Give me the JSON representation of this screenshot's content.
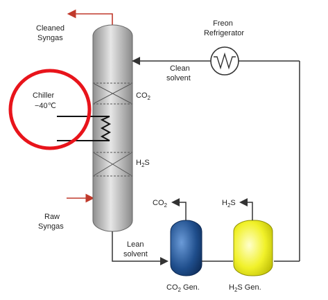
{
  "labels": {
    "cleaned_syngas": [
      "Cleaned",
      "Syngas"
    ],
    "raw_syngas": [
      "Raw",
      "Syngas"
    ],
    "freon_refrigerator": [
      "Freon",
      "Refrigerator"
    ],
    "clean_solvent": [
      "Clean",
      "solvent"
    ],
    "lean_solvent": [
      "Lean",
      "solvent"
    ],
    "chiller": [
      "Chiller",
      "−40℃"
    ],
    "co2_bed": {
      "main": "CO",
      "sub": "2"
    },
    "h2s_bed": {
      "main": "H",
      "sub": "2",
      "rest": "S"
    },
    "co2_out": {
      "main": "CO",
      "sub": "2"
    },
    "h2s_out": {
      "main": "H",
      "sub": "2",
      "rest": "S"
    },
    "co2_gen": {
      "main": "CO",
      "sub": "2",
      "rest": " Gen."
    },
    "h2s_gen": {
      "main": "H",
      "sub": "2",
      "rest": "S Gen."
    }
  },
  "colors": {
    "arrow_red": "#c0392b",
    "highlight_circle": "#e8141b",
    "line": "#333333",
    "column_gray": "#b9b9b9",
    "co2_gen_blue": "#1f4e8c",
    "h2s_gen_yellow": "#ecec1a"
  }
}
